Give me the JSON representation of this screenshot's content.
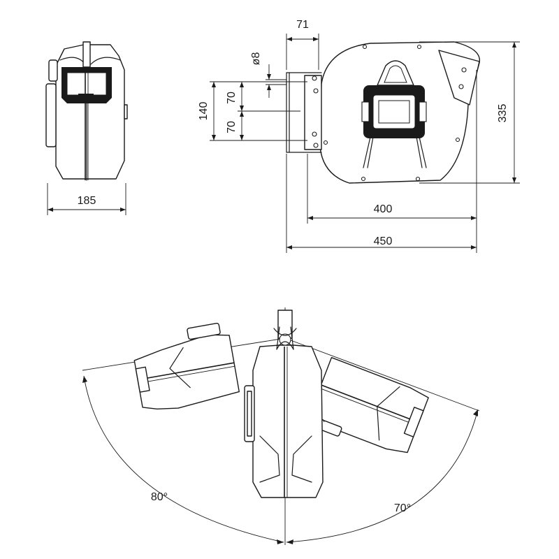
{
  "dimensions": {
    "side_width": "185",
    "bracket_width": "71",
    "bolt_diameter": "ø8",
    "hole_spacing_total": "140",
    "hole_spacing_upper": "70",
    "hole_spacing_lower": "70",
    "height": "335",
    "body_length": "400",
    "overall_length": "450"
  },
  "angles": {
    "left_swing": "80°",
    "right_swing": "70°"
  }
}
